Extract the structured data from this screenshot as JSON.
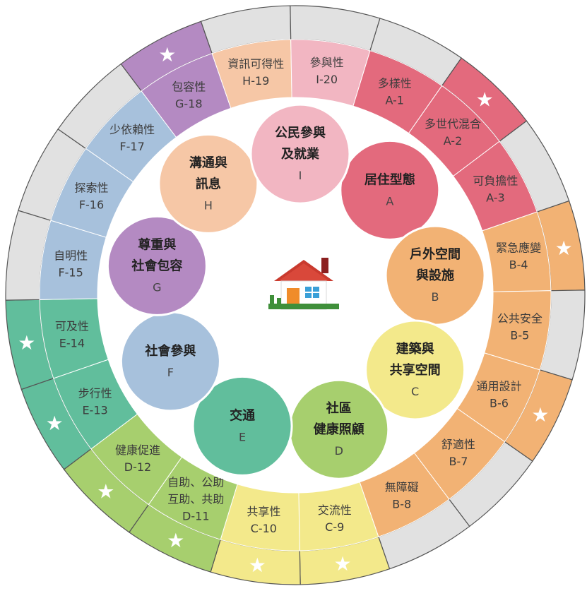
{
  "center_icon": "house-icon",
  "domains": [
    {
      "key": "A",
      "name_lines": [
        "居住型態"
      ],
      "color": "#e36a7d"
    },
    {
      "key": "B",
      "name_lines": [
        "戶外空間",
        "與設施"
      ],
      "color": "#f2b274"
    },
    {
      "key": "C",
      "name_lines": [
        "建築與",
        "共享空間"
      ],
      "color": "#f3e98b"
    },
    {
      "key": "D",
      "name_lines": [
        "社區",
        "健康照顧"
      ],
      "color": "#a7cf6e"
    },
    {
      "key": "E",
      "name_lines": [
        "交通"
      ],
      "color": "#61be9c"
    },
    {
      "key": "F",
      "name_lines": [
        "社會參與"
      ],
      "color": "#a7c1dc"
    },
    {
      "key": "G",
      "name_lines": [
        "尊重與",
        "社會包容"
      ],
      "color": "#b48ac2"
    },
    {
      "key": "H",
      "name_lines": [
        "溝通與",
        "訊息"
      ],
      "color": "#f6c7a6"
    },
    {
      "key": "I",
      "name_lines": [
        "公民參與",
        "及就業"
      ],
      "color": "#f2b6c2"
    }
  ],
  "segments": [
    {
      "label_lines": [
        "多樣性"
      ],
      "code": "A-1",
      "color": "#e36a7d",
      "starred": false
    },
    {
      "label_lines": [
        "多世代混合"
      ],
      "code": "A-2",
      "color": "#e36a7d",
      "starred": true
    },
    {
      "label_lines": [
        "可負擔性"
      ],
      "code": "A-3",
      "color": "#e36a7d",
      "starred": false
    },
    {
      "label_lines": [
        "緊急應變"
      ],
      "code": "B-4",
      "color": "#f2b274",
      "starred": true
    },
    {
      "label_lines": [
        "公共安全"
      ],
      "code": "B-5",
      "color": "#f2b274",
      "starred": false
    },
    {
      "label_lines": [
        "通用設計"
      ],
      "code": "B-6",
      "color": "#f2b274",
      "starred": true
    },
    {
      "label_lines": [
        "舒適性"
      ],
      "code": "B-7",
      "color": "#f2b274",
      "starred": false
    },
    {
      "label_lines": [
        "無障礙"
      ],
      "code": "B-8",
      "color": "#f2b274",
      "starred": false
    },
    {
      "label_lines": [
        "交流性"
      ],
      "code": "C-9",
      "color": "#f3e98b",
      "starred": true
    },
    {
      "label_lines": [
        "共享性"
      ],
      "code": "C-10",
      "color": "#f3e98b",
      "starred": true
    },
    {
      "label_lines": [
        "自助、公助",
        "互助、共助"
      ],
      "code": "D-11",
      "color": "#a7cf6e",
      "starred": true
    },
    {
      "label_lines": [
        "健康促進"
      ],
      "code": "D-12",
      "color": "#a7cf6e",
      "starred": true
    },
    {
      "label_lines": [
        "步行性"
      ],
      "code": "E-13",
      "color": "#61be9c",
      "starred": true
    },
    {
      "label_lines": [
        "可及性"
      ],
      "code": "E-14",
      "color": "#61be9c",
      "starred": true
    },
    {
      "label_lines": [
        "自明性"
      ],
      "code": "F-15",
      "color": "#a7c1dc",
      "starred": false
    },
    {
      "label_lines": [
        "探索性"
      ],
      "code": "F-16",
      "color": "#a7c1dc",
      "starred": false
    },
    {
      "label_lines": [
        "少依賴性"
      ],
      "code": "F-17",
      "color": "#a7c1dc",
      "starred": false
    },
    {
      "label_lines": [
        "包容性"
      ],
      "code": "G-18",
      "color": "#b48ac2",
      "starred": true
    },
    {
      "label_lines": [
        "資訊可得性"
      ],
      "code": "H-19",
      "color": "#f6c7a6",
      "starred": false
    },
    {
      "label_lines": [
        "參與性"
      ],
      "code": "I-20",
      "color": "#f2b6c2",
      "starred": false
    }
  ],
  "star_symbol": "★",
  "outer_ring_color": "#e1e1e1"
}
